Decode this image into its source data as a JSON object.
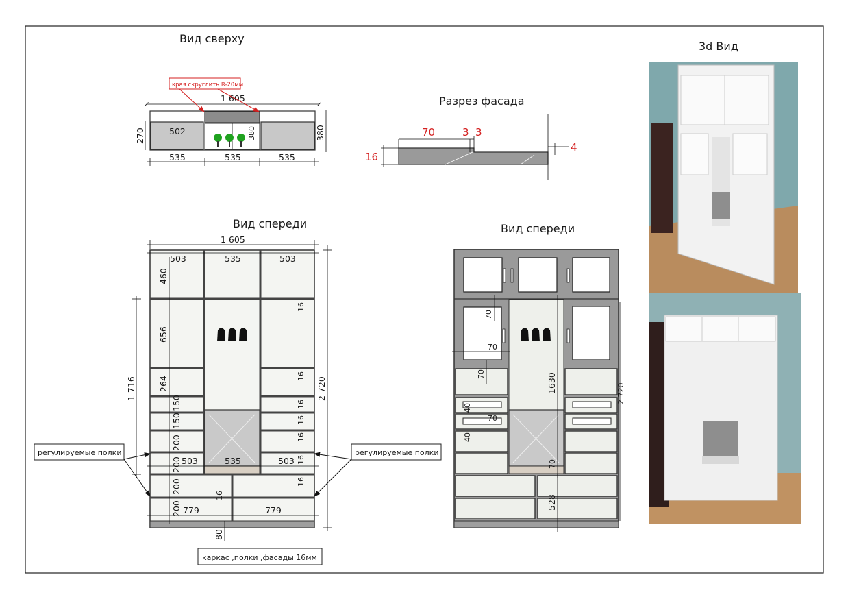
{
  "titles": {
    "top_view": "Вид сверху",
    "section": "Разрез фасада",
    "front_view_left": "Вид спереди",
    "front_view_right": "Вид спереди",
    "view_3d": "3d Вид"
  },
  "top_view": {
    "note_rounding": "края скруглить R-20мм",
    "overall_width": "1 605",
    "inner_depth": "502",
    "depth_left": "270",
    "depth_mid": "380",
    "depth_right": "380",
    "w_left": "535",
    "w_mid": "535",
    "w_right": "535"
  },
  "section": {
    "d70": "70",
    "d3a": "3",
    "d3b": "3",
    "d16": "16",
    "d4": "4"
  },
  "front_left": {
    "overall_width": "1 605",
    "w503_top_l": "503",
    "w535_top": "535",
    "w503_top_r": "503",
    "h460": "460",
    "h656": "656",
    "h264": "264",
    "h150a": "150",
    "h150b": "150",
    "h200a": "200",
    "h200b": "200",
    "h200c": "200",
    "h200d": "200",
    "h1716": "1 716",
    "h2720": "2 720",
    "t16": [
      "16",
      "16",
      "16",
      "16",
      "16",
      "16",
      "16",
      "16"
    ],
    "w503_bench_l": "503",
    "w535_bench": "535",
    "w503_bench_r": "503",
    "w779_l": "779",
    "w779_r": "779",
    "h80": "80",
    "note_shelves_left": "регулируемые полки",
    "note_shelves_right": "регулируемые полки",
    "note_material": "каркас ,полки ,фасады 16мм"
  },
  "front_right": {
    "d70a": "70",
    "d70b": "70",
    "d70c": "70",
    "d70d": "70",
    "d70e": "70",
    "d40": "40",
    "d40b": "40",
    "h1630": "1630",
    "h528": "528",
    "h2720_cut": "2 720"
  },
  "colors": {
    "accent_red": "#d42020",
    "panel_fill": "#eef0eb",
    "wall_blue": "#7fa8ac",
    "floor_wood": "#b98c5e"
  }
}
